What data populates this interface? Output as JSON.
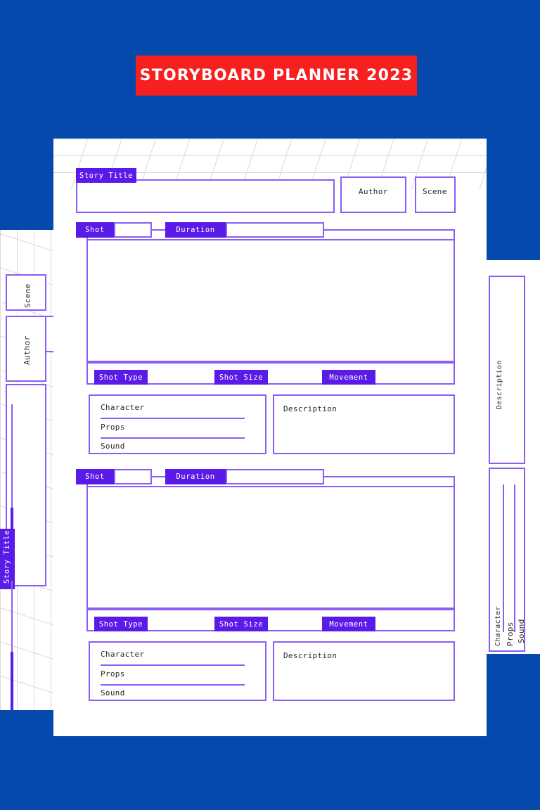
{
  "banner": {
    "title": "STORYBOARD PLANNER 2023",
    "bg": "#f81f1f",
    "text_color": "#ffffff"
  },
  "theme": {
    "background": "#0549ac",
    "accent_purple": "#5a1be8",
    "border_purple": "#8b5cf6",
    "paper": "#ffffff",
    "grid_line": "#d9d9d9",
    "label_text": "#2a2a2a"
  },
  "header": {
    "story_title_label": "Story Title",
    "story_title_value": "",
    "author_label": "Author",
    "author_value": "",
    "scene_label": "Scene",
    "scene_value": ""
  },
  "shots": [
    {
      "shot_label": "Shot",
      "shot_value": "",
      "duration_label": "Duration",
      "duration_value": "",
      "frame_value": "",
      "shot_type_label": "Shot Type",
      "shot_type_value": "",
      "shot_size_label": "Shot Size",
      "shot_size_value": "",
      "movement_label": "Movement",
      "movement_value": "",
      "character_label": "Character",
      "character_value": "",
      "props_label": "Props",
      "props_value": "",
      "sound_label": "Sound",
      "sound_value": "",
      "description_label": "Description",
      "description_value": ""
    },
    {
      "shot_label": "Shot",
      "shot_value": "",
      "duration_label": "Duration",
      "duration_value": "",
      "frame_value": "",
      "shot_type_label": "Shot Type",
      "shot_type_value": "",
      "shot_size_label": "Shot Size",
      "shot_size_value": "",
      "movement_label": "Movement",
      "movement_value": "",
      "character_label": "Character",
      "character_value": "",
      "props_label": "Props",
      "props_value": "",
      "sound_label": "Sound",
      "sound_value": "",
      "description_label": "Description",
      "description_value": ""
    }
  ],
  "side_left": {
    "scene_label": "Scene",
    "author_label": "Author",
    "story_title_label": "Story Title"
  },
  "side_right": {
    "description_label": "Description",
    "character_label": "Character",
    "props_label": "Props",
    "sound_label": "Sound"
  }
}
